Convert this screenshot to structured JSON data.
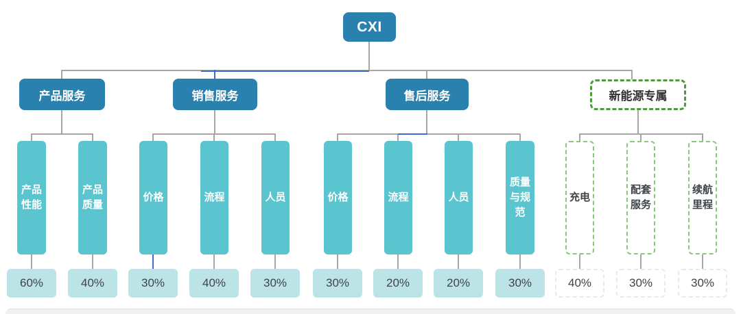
{
  "root": {
    "label": "CXI"
  },
  "groups": [
    {
      "label": "产品服务",
      "style": "solid",
      "children": [
        {
          "label": "产品\n性能",
          "weight": "60%"
        },
        {
          "label": "产品\n质量",
          "weight": "40%"
        }
      ]
    },
    {
      "label": "销售服务",
      "style": "solid",
      "children": [
        {
          "label": "价格",
          "weight": "30%"
        },
        {
          "label": "流程",
          "weight": "40%"
        },
        {
          "label": "人员",
          "weight": "30%"
        }
      ]
    },
    {
      "label": "售后服务",
      "style": "solid",
      "children": [
        {
          "label": "价格",
          "weight": "30%"
        },
        {
          "label": "流程",
          "weight": "20%"
        },
        {
          "label": "人员",
          "weight": "20%"
        },
        {
          "label": "质量\n与规\n范",
          "weight": "30%"
        }
      ]
    },
    {
      "label": "新能源专属",
      "style": "dashed",
      "children": [
        {
          "label": "充电",
          "weight": "40%"
        },
        {
          "label": "配套\n服务",
          "weight": "30%"
        },
        {
          "label": "续航\n里程",
          "weight": "30%"
        }
      ]
    }
  ],
  "colors": {
    "header_blue": "#2b81ae",
    "pillar_teal": "#5bc5cf",
    "weight_teal_light": "#bce4e7",
    "dashed_green_dark": "#4d9b3e",
    "dashed_green_light": "#85ca76",
    "connector_gray": "#a6a6a6",
    "connector_highlight_blue": "#4169d1"
  }
}
